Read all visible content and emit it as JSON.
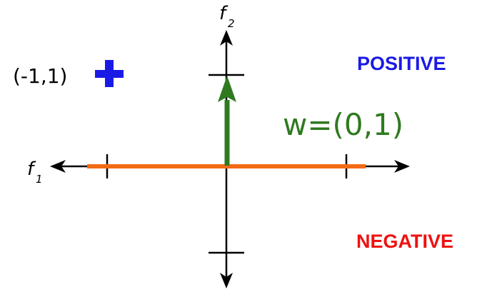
{
  "axes": {
    "x_label": "f",
    "x_sub": "1",
    "y_label": "f",
    "y_sub": "2"
  },
  "point": {
    "label": "(-1,1)",
    "marker": "plus",
    "color": "#1a1ae6"
  },
  "weight": {
    "label": "w=(0,1)",
    "color": "#2f7a1f"
  },
  "regions": {
    "positive": {
      "label": "POSITIVE",
      "color": "#1a1ae6"
    },
    "negative": {
      "label": "NEGATIVE",
      "color": "#ee1111"
    }
  },
  "boundary_color": "#f26b14"
}
